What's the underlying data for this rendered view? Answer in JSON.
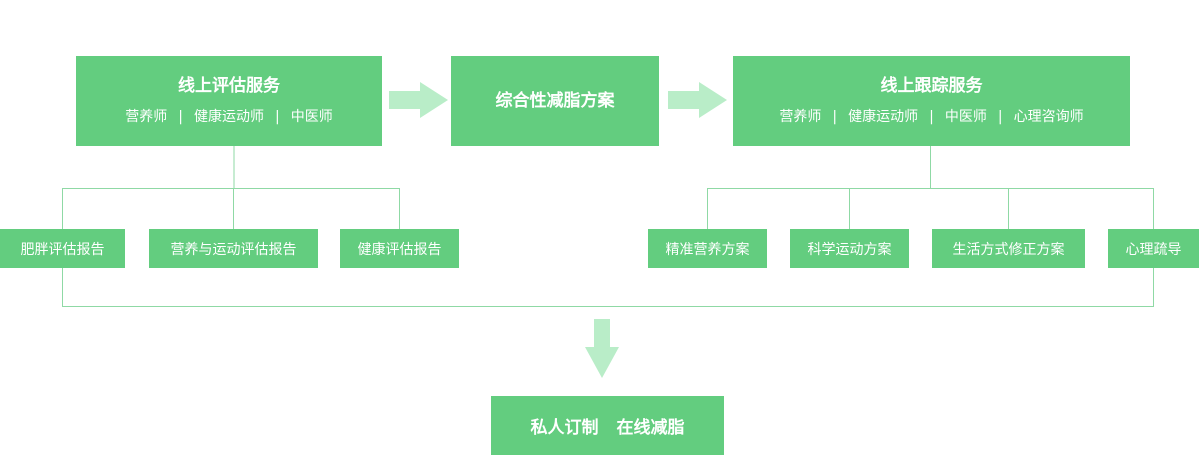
{
  "colors": {
    "box": "#63cd7f",
    "line": "#8fd9a5",
    "arrow": "#b9edc8",
    "text": "#ffffff"
  },
  "top_boxes": [
    {
      "title": "线上评估服务",
      "roles": [
        "营养师",
        "健康运动师",
        "中医师"
      ]
    },
    {
      "title": "综合性减脂方案"
    },
    {
      "title": "线上跟踪服务",
      "roles": [
        "营养师",
        "健康运动师",
        "中医师",
        "心理咨询师"
      ]
    }
  ],
  "separator": "|",
  "left_leaves": [
    "肥胖评估报告",
    "营养与运动评估报告",
    "健康评估报告"
  ],
  "right_leaves": [
    "精准营养方案",
    "科学运动方案",
    "生活方式修正方案",
    "心理疏导"
  ],
  "final": {
    "part1": "私人订制",
    "part2": "在线减脂"
  },
  "icons": {
    "horizontal_arrow": "arrow-right-icon",
    "vertical_arrow": "arrow-down-icon"
  }
}
